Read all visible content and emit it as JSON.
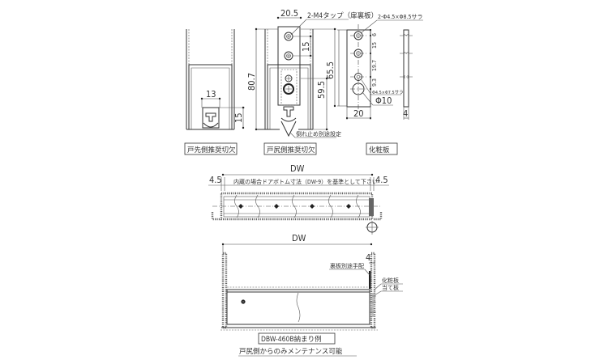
{
  "views": {
    "door_tip_cutout": {
      "caption": "戸先側推奨切欠",
      "dim_width": "13",
      "dim_height": "15"
    },
    "door_butt_cutout": {
      "caption": "戸尻側推奨切欠",
      "dim_width": "20.5",
      "dim_total_height": "80.7",
      "dim_spacing": "15",
      "dim_lower": "59.5",
      "dim_overall": "65.5",
      "tap_note": "2-M4タップ（扉裏板）",
      "stopper_note": "倒れ止め別途設定"
    },
    "decorative_plate": {
      "caption": "化粧板",
      "hole_note": "2-Φ4.5×Φ8.5サラ",
      "small_hole_note": "Φ4.5×Φ7.5サラ",
      "large_hole": "Φ10",
      "dim_top": "6",
      "dim_spacing": "15",
      "dim_mid": "19.7",
      "dim_low": "9.3",
      "dim_width": "20",
      "dim_thickness": "4"
    },
    "plan_view": {
      "dim_dw": "DW",
      "dim_left": "4.5",
      "dim_right": "4.5",
      "note": "内蔵の場合ドアボトム寸法（DW-9）を基準として下さい"
    },
    "installation_example": {
      "dim_dw": "DW",
      "dim_offset": "4",
      "note_back_plate": "裏板別途手配",
      "note_decor": "化粧板",
      "note_backing": "当て板",
      "caption_model": "DBW-460B納まり例",
      "caption_maintenance": "戸尻側からのみメンテナンス可能"
    }
  }
}
